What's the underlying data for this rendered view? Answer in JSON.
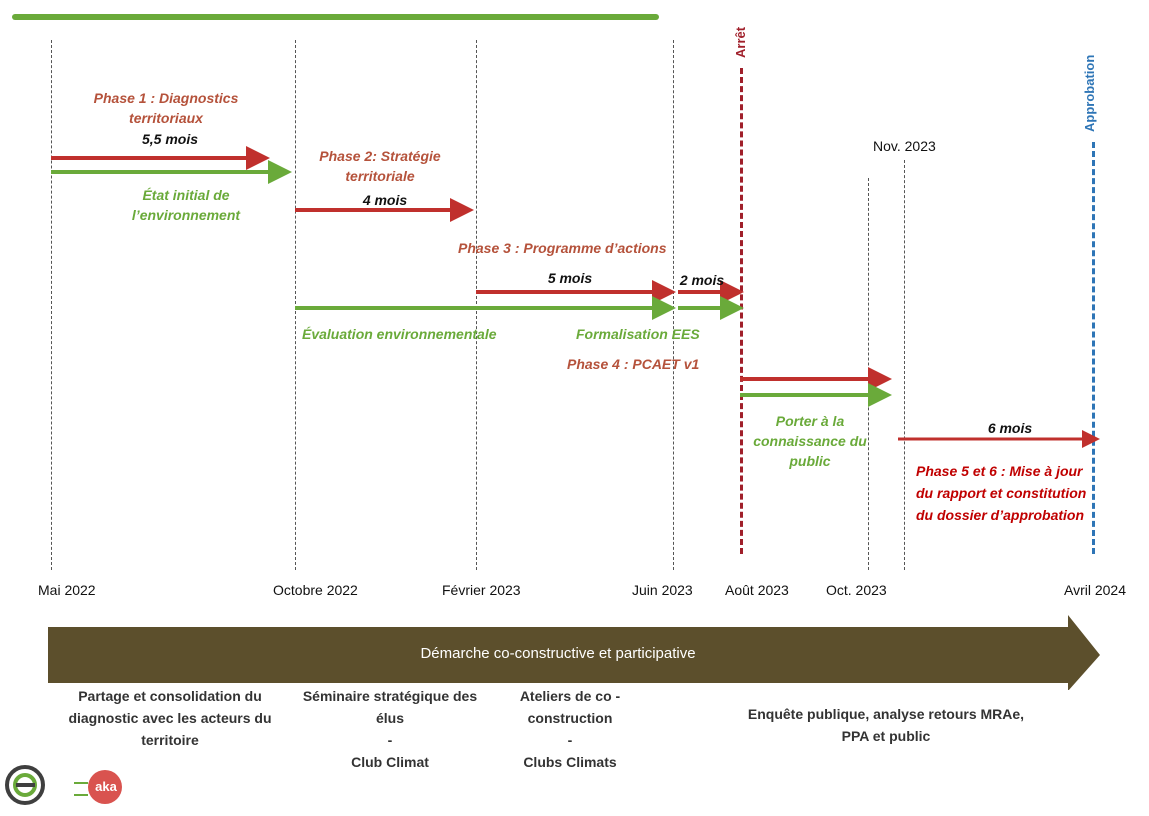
{
  "timeline": {
    "dates": [
      "Mai 2022",
      "Octobre 2022",
      "Février 2023",
      "Juin 2023",
      "Août 2023",
      "Oct. 2023",
      "Avril 2024"
    ],
    "nov_label": "Nov. 2023",
    "arret_label": "Arrêt",
    "approbation_label": "Approbation"
  },
  "phases": {
    "phase1": "Phase 1 : Diagnostics territoriaux",
    "phase1_duration": "5,5 mois",
    "etat_initial": "État initial de l’environnement",
    "phase2": "Phase 2: Stratégie territoriale",
    "phase2_duration": "4 mois",
    "phase3": "Phase 3 : Programme d’actions",
    "phase3_duration": "5 mois",
    "formalisation_duration": "2 mois",
    "evaluation": "Évaluation environnementale",
    "formalisation": "Formalisation EES",
    "phase4": "Phase 4 : PCAET v1",
    "porter": "Porter à la connaissance du public",
    "phase56_duration": "6 mois",
    "phase56": "Phase 5 et 6 :   Mise à jour du rapport et constitution du dossier d’approbation"
  },
  "banner": {
    "label": "Démarche co-constructive et participative"
  },
  "bottom": {
    "col1": "Partage et consolidation du diagnostic avec les acteurs du territoire",
    "col2_a": "Séminaire stratégique des élus",
    "col2_sep": "-",
    "col2_b": "Club Climat",
    "col3_a": "Ateliers de co - construction",
    "col3_sep": "-",
    "col3_b": "Clubs Climats",
    "col4": "Enquête publique, analyse retours MRAe, PPA et public"
  },
  "logos": {
    "logo1_icon": "e-swirl-logo-icon",
    "logo2_text": "aka"
  },
  "colors": {
    "red_arrow": "#c0302d",
    "green_arrow": "#6aaa3a",
    "banner": "#5c4f2c",
    "arret": "#a01f2a",
    "approbation": "#2e75b6"
  }
}
